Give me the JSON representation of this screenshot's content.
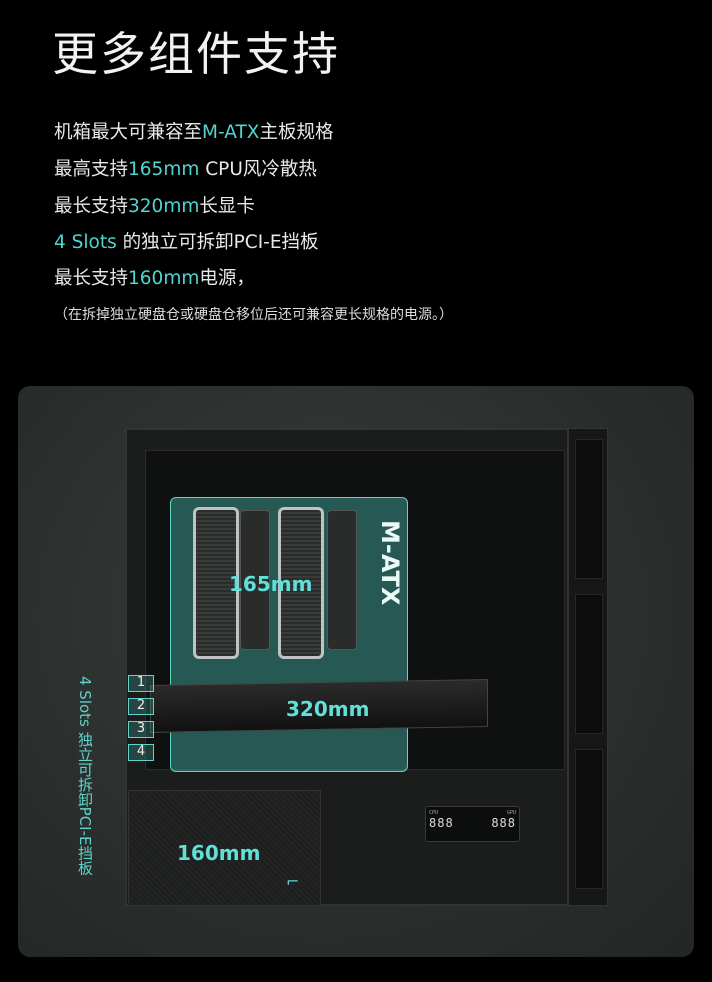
{
  "title": "更多组件支持",
  "features": [
    {
      "pre": "机箱最大可兼容至",
      "hl": "M-ATX",
      "post": "主板规格"
    },
    {
      "pre": "最高支持",
      "hl": "165mm",
      "post": " CPU风冷散热"
    },
    {
      "pre": "最长支持",
      "hl": "320mm",
      "post": "长显卡"
    },
    {
      "pre": "",
      "hl": "4 Slots",
      "post": " 的独立可拆卸PCI-E挡板"
    },
    {
      "pre": "最长支持",
      "hl": "160mm",
      "post": "电源，"
    }
  ],
  "note": "（在拆掉独立硬盘仓或硬盘仓移位后还可兼容更长规格的电源。）",
  "image": {
    "mb_label": "M-ATX",
    "cooler_label": "165mm",
    "gpu_label": "320mm",
    "psu_label": "160mm",
    "slots": [
      "1",
      "2",
      "3",
      "4"
    ],
    "slots_vertical": "4 Slots 独立可拆卸PCI-E挡板",
    "display": {
      "left_label": "CPU",
      "right_label": "GPU",
      "left_value": "888",
      "right_value": "888"
    }
  },
  "colors": {
    "accent": "#4fd6d0",
    "background": "#000000"
  }
}
